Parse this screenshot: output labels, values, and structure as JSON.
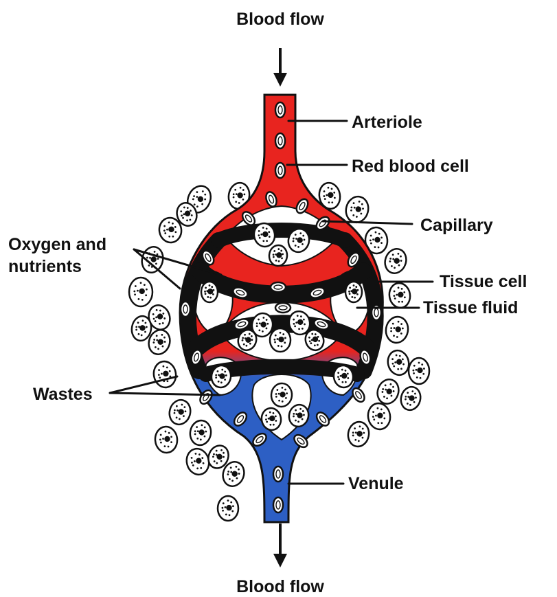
{
  "labels": {
    "top_flow": "Blood flow",
    "bottom_flow": "Blood flow",
    "arteriole": "Arteriole",
    "red_blood_cell": "Red blood cell",
    "capillary": "Capillary",
    "tissue_cell": "Tissue cell",
    "tissue_fluid": "Tissue fluid",
    "oxygen_line1": "Oxygen and",
    "oxygen_line2": "nutrients",
    "wastes": "Wastes",
    "venule": "Venule"
  },
  "colors": {
    "arterial_blood": "#e8241f",
    "venous_blood": "#2d5fc4",
    "capillary_wall": "#111111",
    "tissue_cell_fill": "#ffffff",
    "background": "#ffffff"
  }
}
